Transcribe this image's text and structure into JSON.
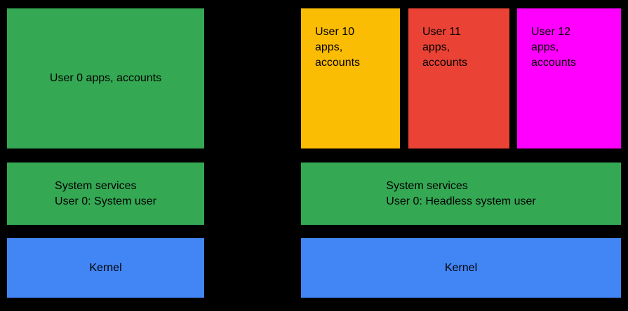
{
  "colors": {
    "background": "#000000",
    "text": "#000000",
    "green": "#34A853",
    "yellow": "#FBBC04",
    "red": "#EA4335",
    "magenta": "#FF00FF",
    "blue": "#4285F4"
  },
  "left": {
    "apps_box": {
      "label": "User 0 apps, accounts",
      "color": "#34A853"
    },
    "services_box": {
      "label": "System services\nUser 0: System user",
      "color": "#34A853"
    },
    "kernel_box": {
      "label": "Kernel",
      "color": "#4285F4"
    }
  },
  "right": {
    "user_boxes": [
      {
        "label": "User 10\napps,\naccounts",
        "color": "#FBBC04"
      },
      {
        "label": "User 11\napps,\naccounts",
        "color": "#EA4335"
      },
      {
        "label": "User 12\napps,\naccounts",
        "color": "#FF00FF"
      }
    ],
    "services_box": {
      "label": "System services\nUser 0: Headless system user",
      "color": "#34A853"
    },
    "kernel_box": {
      "label": "Kernel",
      "color": "#4285F4"
    }
  }
}
